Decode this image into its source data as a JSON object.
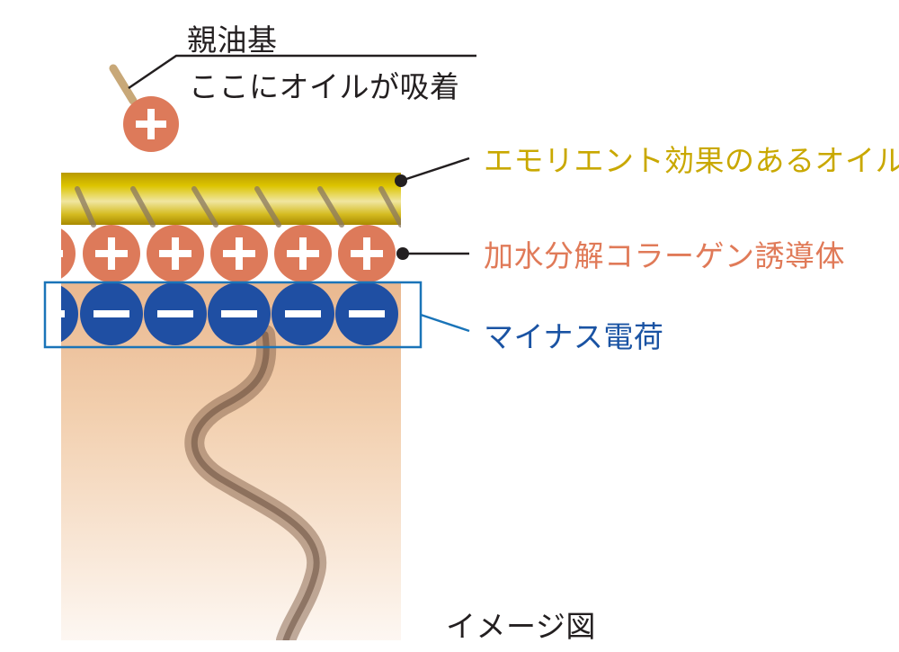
{
  "labels": {
    "lipophilic_title": "親油基",
    "lipophilic_desc": "ここにオイルが吸着",
    "emollient_oil": "エモリエント効果のあるオイル",
    "hydrolyzed_collagen": "加水分解コラーゲン誘導体",
    "negative_charge": "マイナス電荷",
    "image_note": "イメージ図"
  },
  "colors": {
    "oil_layer": "#cdb20a",
    "positive_circle": "#dd7a5a",
    "negative_circle": "#1f4fa3",
    "highlight_box": "#1a74b8",
    "skin_top": "#e8b48a",
    "skin_bottom": "#fdf6f0",
    "label_text": "#231f20"
  },
  "icons": {
    "positive": "plus-charge-icon",
    "negative": "minus-charge-icon"
  }
}
